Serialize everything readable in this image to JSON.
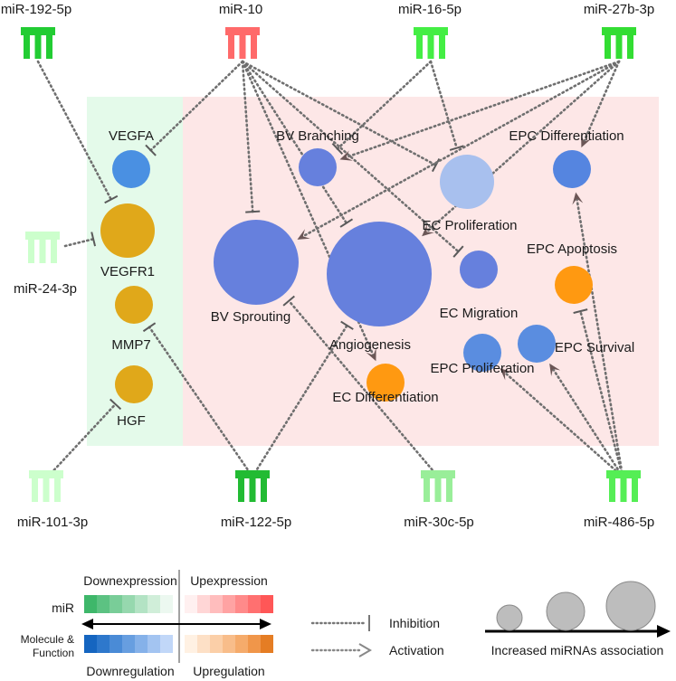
{
  "mirnas_top": [
    {
      "id": "m192",
      "label": "miR-192-5p",
      "color": "#22cc33"
    },
    {
      "id": "m10",
      "label": "miR-10",
      "color": "#ff6a6a"
    },
    {
      "id": "m16",
      "label": "miR-16-5p",
      "color": "#44ee44"
    },
    {
      "id": "m27b",
      "label": "miR-27b-3p",
      "color": "#33dd33"
    }
  ],
  "mirnas_side": [
    {
      "id": "m24",
      "label": "miR-24-3p",
      "color": "#ccffcc"
    }
  ],
  "mirnas_bottom": [
    {
      "id": "m101",
      "label": "miR-101-3p",
      "color": "#ccffcc"
    },
    {
      "id": "m122",
      "label": "miR-122-5p",
      "color": "#22bb33"
    },
    {
      "id": "m30c",
      "label": "miR-30c-5p",
      "color": "#99ee99"
    },
    {
      "id": "m486",
      "label": "miR-486-5p",
      "color": "#55ee55"
    }
  ],
  "molecules": [
    {
      "id": "VEGFA",
      "label": "VEGFA",
      "color": "#4a90e2",
      "level": 2
    },
    {
      "id": "VEGFR1",
      "label": "VEGFR1",
      "color": "#e0a81a",
      "level": 3
    },
    {
      "id": "MMP7",
      "label": "MMP7",
      "color": "#e0a81a",
      "level": 2
    },
    {
      "id": "HGF",
      "label": "HGF",
      "color": "#e0a81a",
      "level": 2
    }
  ],
  "functions": [
    {
      "id": "BVB",
      "label": "BV Branching",
      "color": "#6680dd",
      "level": 2
    },
    {
      "id": "ECP",
      "label": "EC Proliferation",
      "color": "#a8c0ee",
      "level": 3
    },
    {
      "id": "EPCD",
      "label": "EPC Differentiation",
      "color": "#5585e0",
      "level": 2
    },
    {
      "id": "BVS",
      "label": "BV Sprouting",
      "color": "#6680dd",
      "level": 4
    },
    {
      "id": "ANG",
      "label": "Angiogenesis",
      "color": "#6680dd",
      "level": 5
    },
    {
      "id": "ECM",
      "label": "EC Migration",
      "color": "#6680dd",
      "level": 2
    },
    {
      "id": "EPCA",
      "label": "EPC Apoptosis",
      "color": "#ff9911",
      "level": 2
    },
    {
      "id": "ECD",
      "label": "EC Differentiation",
      "color": "#ff9911",
      "level": 2
    },
    {
      "id": "EPCP",
      "label": "EPC Proliferation",
      "color": "#5a8de0",
      "level": 2
    },
    {
      "id": "EPCS",
      "label": "EPC Survival",
      "color": "#5a8de0",
      "level": 2
    }
  ],
  "edges": [
    {
      "from": "m192",
      "to": "VEGFR1",
      "type": "inhibition"
    },
    {
      "from": "m10",
      "to": "VEGFA",
      "type": "inhibition"
    },
    {
      "from": "m10",
      "to": "BVS",
      "type": "inhibition"
    },
    {
      "from": "m10",
      "to": "ANG",
      "type": "inhibition"
    },
    {
      "from": "m10",
      "to": "ECP",
      "type": "inhibition"
    },
    {
      "from": "m10",
      "to": "ECM",
      "type": "inhibition"
    },
    {
      "from": "m10",
      "to": "ECD",
      "type": "activation"
    },
    {
      "from": "m16",
      "to": "ECP",
      "type": "inhibition"
    },
    {
      "from": "m16",
      "to": "BVB",
      "type": "inhibition"
    },
    {
      "from": "m27b",
      "to": "BVB",
      "type": "activation"
    },
    {
      "from": "m27b",
      "to": "BVS",
      "type": "activation"
    },
    {
      "from": "m27b",
      "to": "ANG",
      "type": "activation"
    },
    {
      "from": "m27b",
      "to": "EPCD",
      "type": "activation"
    },
    {
      "from": "m24",
      "to": "VEGFR1",
      "type": "inhibition"
    },
    {
      "from": "m101",
      "to": "HGF",
      "type": "inhibition"
    },
    {
      "from": "m122",
      "to": "MMP7",
      "type": "inhibition"
    },
    {
      "from": "m122",
      "to": "ANG",
      "type": "inhibition"
    },
    {
      "from": "m30c",
      "to": "BVS",
      "type": "inhibition"
    },
    {
      "from": "m486",
      "to": "EPCA",
      "type": "inhibition"
    },
    {
      "from": "m486",
      "to": "EPCD",
      "type": "activation"
    },
    {
      "from": "m486",
      "to": "EPCP",
      "type": "activation"
    },
    {
      "from": "m486",
      "to": "EPCS",
      "type": "activation"
    }
  ],
  "legend": {
    "downexpression": "Downexpression",
    "upexpression": "Upexpression",
    "mir": "miR",
    "molecule_function_line1": "Molecule &",
    "molecule_function_line2": "Function",
    "downregulation": "Downregulation",
    "upregulation": "Upregulation",
    "inhibition": "Inhibition",
    "activation": "Activation",
    "size": "Increased miRNAs association",
    "mir_scale": [
      "#3eb76a",
      "#5cc282",
      "#79cd98",
      "#96d8ae",
      "#b3e3c4",
      "#d0eed9",
      "#ecf8f0",
      "#fff0f0",
      "#ffd6d6",
      "#ffbdbd",
      "#ffa3a3",
      "#ff8a8a",
      "#ff7070",
      "#ff5757"
    ],
    "mf_scale": [
      "#1565c0",
      "#2e78cc",
      "#4a8bd6",
      "#679ee0",
      "#85b1e9",
      "#a3c4f1",
      "#c1d7f8",
      "#fff1e3",
      "#fde0c6",
      "#fbcfa8",
      "#f8bd8a",
      "#f5ab6b",
      "#f0964a",
      "#e57d24"
    ]
  }
}
